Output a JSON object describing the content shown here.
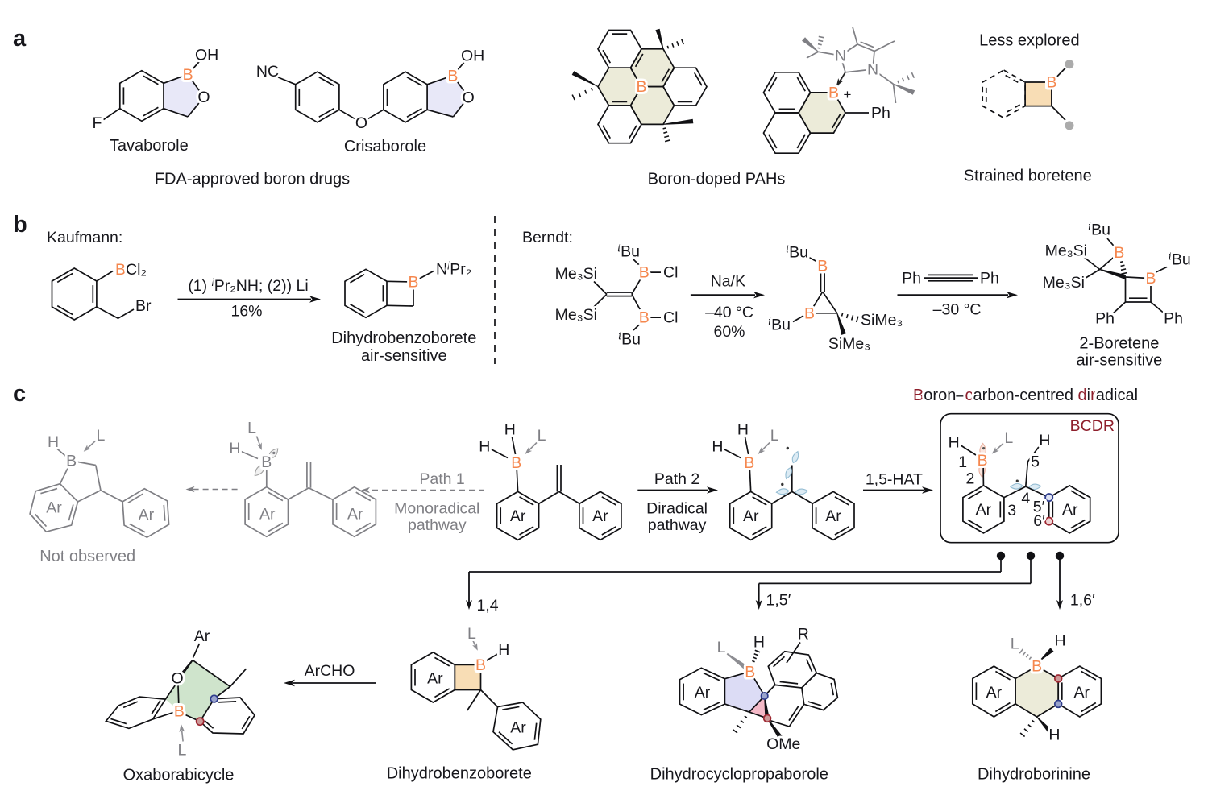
{
  "a": {
    "label": "a",
    "tavaborole": {
      "oh": "OH",
      "b": "B",
      "o": "O",
      "f": "F",
      "name": "Tavaborole"
    },
    "crisaborole": {
      "nc": "NC",
      "o_ether": "O",
      "oh": "OH",
      "b": "B",
      "o": "O",
      "name": "Crisaborole"
    },
    "fda_caption": "FDA-approved boron drugs",
    "pah": {
      "b": "B",
      "caption": "Boron-doped PAHs"
    },
    "borenium": {
      "n1": "N",
      "n2": "N",
      "b": "B",
      "charge": "+",
      "ph": "Ph"
    },
    "boretene": {
      "title": "Less explored",
      "b": "B",
      "caption": "Strained boretene"
    }
  },
  "b": {
    "label": "b",
    "kaufmann": {
      "title": "Kaufmann:",
      "bcl2": {
        "b": "B",
        "cl2": "Cl₂"
      },
      "br": "Br",
      "conditions": {
        "p1": "(1) ",
        "i": "i",
        "p2": "Pr₂NH; (2)) Li"
      },
      "yield": "16%",
      "nipr2": {
        "n": "N",
        "i": "i",
        "pr2": "Pr₂"
      },
      "b": "B",
      "product_name": "Dihydrobenzoborete",
      "product_note": "air-sensitive"
    },
    "berndt": {
      "title": "Berndt:",
      "me3si_1": "Me₃Si",
      "me3si_2": "Me₃Si",
      "b1": "B",
      "b2": "B",
      "cl1": "Cl",
      "cl2": "Cl",
      "tbu1": {
        "t": "t",
        "bu": "Bu"
      },
      "tbu2": {
        "t": "t",
        "bu": "Bu"
      },
      "reagent": "Na/K",
      "temp": "–40 °C",
      "yield": "60%",
      "prod1_tbu1": {
        "t": "t",
        "bu": "Bu"
      },
      "prod1_b1": "B",
      "prod1_b2": "B",
      "prod1_tbu2": {
        "t": "t",
        "bu": "Bu"
      },
      "prod1_sime3_1": "SiMe₃",
      "prod1_sime3_2": "SiMe₃",
      "alkyne_ph1": "Ph",
      "alkyne_ph2": "Ph",
      "temp2": "–30 °C",
      "prod2_tbu1": {
        "t": "t",
        "bu": "Bu"
      },
      "prod2_me3si_1": "Me₃Si",
      "prod2_me3si_2": "Me₃Si",
      "prod2_tbu2": {
        "t": "t",
        "bu": "Bu"
      },
      "prod2_ph1": "Ph",
      "prod2_ph2": "Ph",
      "prod2_b1": "B",
      "prod2_b2": "B",
      "prod2_name": "2-Boretene",
      "prod2_note": "air-sensitive"
    }
  },
  "c": {
    "label": "c",
    "not_observed": {
      "h": "H",
      "b": "B",
      "l": "L",
      "ar1": "Ar",
      "ar2": "Ar",
      "caption": "Not observed"
    },
    "monoradical": {
      "h": "H",
      "b": "B",
      "l": "L",
      "ar1": "Ar",
      "ar2": "Ar"
    },
    "path1": {
      "label": "Path 1",
      "line1": "Monoradical",
      "line2": "pathway"
    },
    "substrate": {
      "h1": "H",
      "h2": "H",
      "b": "B",
      "l": "L",
      "ar1": "Ar",
      "ar2": "Ar"
    },
    "path2": {
      "label": "Path 2",
      "line1": "Diradical",
      "line2": "pathway"
    },
    "diradical": {
      "h1": "H",
      "h2": "H",
      "b": "B",
      "l": "L",
      "ar1": "Ar",
      "ar2": "Ar"
    },
    "hat": {
      "label": "1,5-HAT"
    },
    "bcdr": {
      "title": {
        "p1": "B",
        "p2": "oron–",
        "p3": "c",
        "p4": "arbon-centred ",
        "p5": "d",
        "p6": "i",
        "p7": "r",
        "p8": "adical"
      },
      "acronym": "BCDR",
      "h1": "H",
      "b": "B",
      "l": "L",
      "n1": "1",
      "n2": "2",
      "ar1": "Ar",
      "n3": "3",
      "n4": "4",
      "n5": "5",
      "h2": "H",
      "n5p": "5′",
      "n6p": "6′",
      "ar2": "Ar"
    },
    "branch_14": "1,4",
    "branch_15p": "1,5′",
    "branch_16p": "1,6′",
    "archo": {
      "label": "ArCHO"
    },
    "oxabora": {
      "ar": "Ar",
      "o": "O",
      "b": "B",
      "l": "L",
      "caption": "Oxaborabicycle"
    },
    "benzoborete": {
      "ar1": "Ar",
      "l": "L",
      "b": "B",
      "h": "H",
      "ar2": "Ar",
      "caption": "Dihydrobenzoborete"
    },
    "cyclopropaborole": {
      "ar": "Ar",
      "l": "L",
      "b": "B",
      "h": "H",
      "r": "R",
      "ome": "OMe",
      "caption": "Dihydrocyclopropaborole"
    },
    "borinine": {
      "ar1": "Ar",
      "ar2": "Ar",
      "b": "B",
      "l": "L",
      "h1": "H",
      "h2": "H",
      "caption": "Dihydroborinine"
    }
  },
  "colors": {
    "boron_orange": "#f5874e",
    "gray_structures": "#7f7f84",
    "bcdr_maroon": "#8e1f2c",
    "shade_lavender": "#e8e8f8",
    "shade_olive": "#ecebd9",
    "shade_peach": "#f8ddb5",
    "shade_green": "#cfe4cc",
    "shade_periwinkle": "#dcdcf5",
    "shade_pink": "#f4b9c7",
    "radical_blue_marker": "#2e3c8c",
    "radical_red_marker": "#9e2832",
    "orbital_blue": "#d8e9f3"
  },
  "figure": {
    "type": "chemistry reaction scheme",
    "panel_count": "3"
  }
}
